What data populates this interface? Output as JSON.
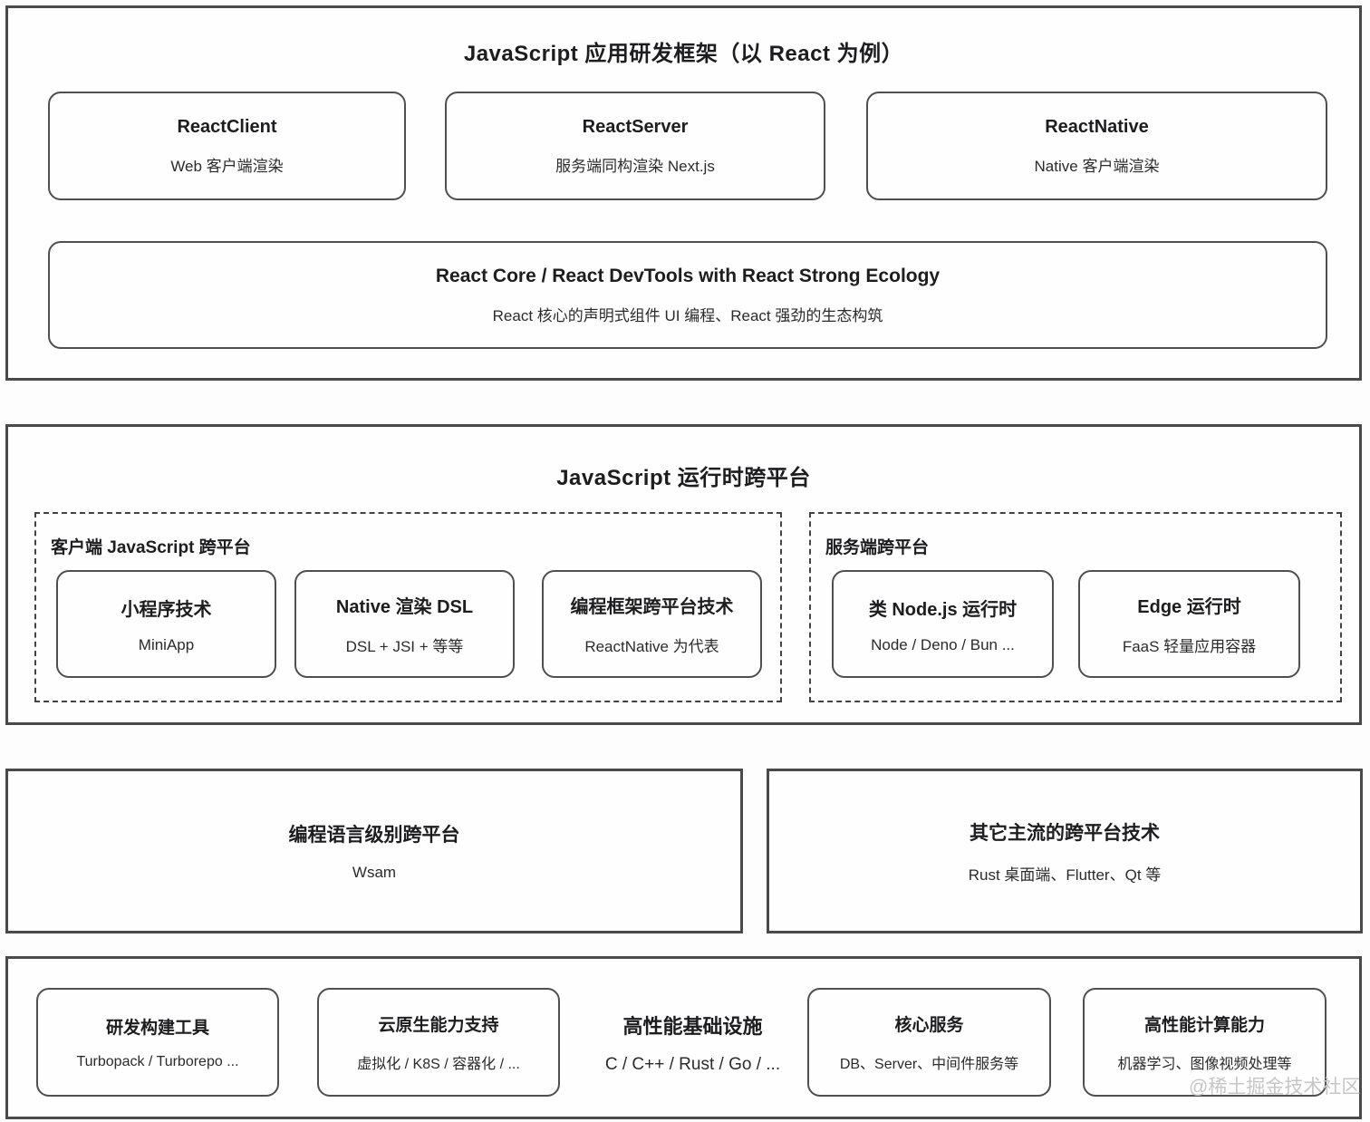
{
  "sections": {
    "app_framework": {
      "title": "JavaScript 应用研发框架（以 React 为例）",
      "cards": [
        {
          "title": "ReactClient",
          "subtitle": "Web 客户端渲染"
        },
        {
          "title": "ReactServer",
          "subtitle": "服务端同构渲染 Next.js"
        },
        {
          "title": "ReactNative",
          "subtitle": "Native 客户端渲染"
        }
      ],
      "core_card": {
        "title": "React Core / React DevTools with React Strong Ecology",
        "subtitle": "React 核心的声明式组件 UI 编程、React 强劲的生态构筑"
      }
    },
    "runtime": {
      "title": "JavaScript 运行时跨平台",
      "client_group": {
        "label": "客户端 JavaScript 跨平台",
        "cards": [
          {
            "title": "小程序技术",
            "subtitle": "MiniApp"
          },
          {
            "title": "Native 渲染 DSL",
            "subtitle": "DSL + JSI + 等等"
          },
          {
            "title": "编程框架跨平台技术",
            "subtitle": "ReactNative 为代表"
          }
        ]
      },
      "server_group": {
        "label": "服务端跨平台",
        "cards": [
          {
            "title": "类 Node.js 运行时",
            "subtitle": "Node / Deno / Bun ..."
          },
          {
            "title": "Edge 运行时",
            "subtitle": "FaaS 轻量应用容器"
          }
        ]
      }
    },
    "language_level": {
      "title": "编程语言级别跨平台",
      "subtitle": "Wsam"
    },
    "other_mainstream": {
      "title": "其它主流的跨平台技术",
      "subtitle": "Rust 桌面端、Flutter、Qt 等"
    },
    "infrastructure": {
      "cards": [
        {
          "title": "研发构建工具",
          "subtitle": "Turbopack / Turborepo ..."
        },
        {
          "title": "云原生能力支持",
          "subtitle": "虚拟化 / K8S / 容器化 / ..."
        },
        {
          "title": "高性能基础设施",
          "subtitle": "C / C++ / Rust / Go / ..."
        },
        {
          "title": "核心服务",
          "subtitle": "DB、Server、中间件服务等"
        },
        {
          "title": "高性能计算能力",
          "subtitle": "机器学习、图像视频处理等"
        }
      ]
    },
    "watermark": "@稀土掘金技术社区"
  },
  "colors": {
    "border": "#4a4a4a",
    "title_text": "#1d1d1f",
    "subtitle_text": "#2b2b2b",
    "watermark_text": "#c6c6c6",
    "background": "#fdfdfd"
  }
}
